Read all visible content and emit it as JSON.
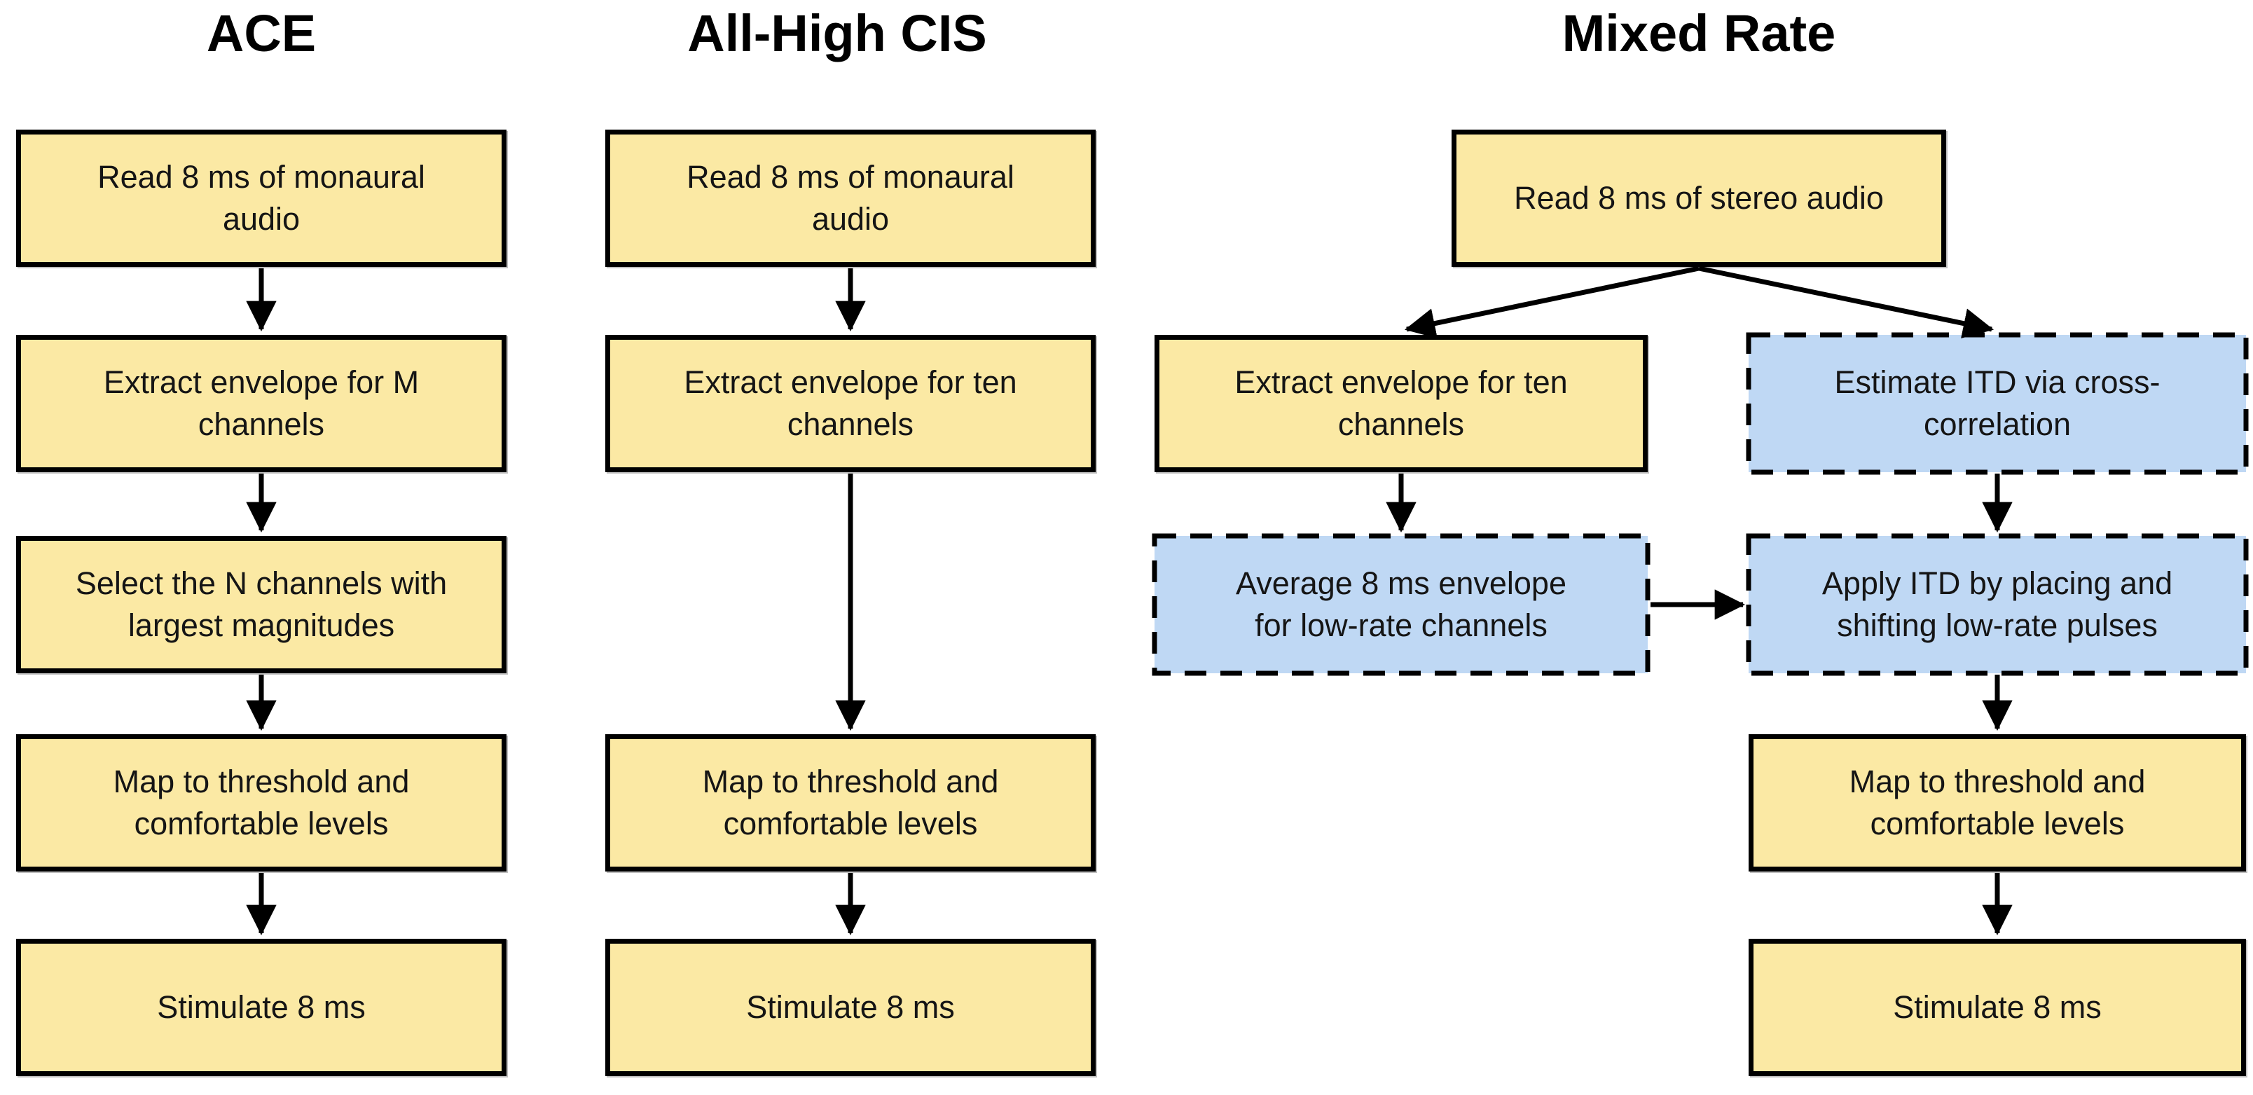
{
  "colors": {
    "background": "#FFFFFF",
    "yellow_fill": "#FBE9A4",
    "blue_fill": "#BFD8F4",
    "outline": "#000000",
    "text": "#151515"
  },
  "figure": {
    "columns": [
      {
        "title": "ACE",
        "boxes": [
          {
            "label": "Read 8 ms of monaural audio",
            "style": "solid-yellow"
          },
          {
            "label": "Extract envelope for M channels",
            "style": "solid-yellow"
          },
          {
            "label": "Select the N channels with largest magnitudes",
            "style": "solid-yellow"
          },
          {
            "label": "Map to threshold and comfortable levels",
            "style": "solid-yellow"
          },
          {
            "label": "Stimulate 8 ms",
            "style": "solid-yellow"
          }
        ]
      },
      {
        "title": "All-High CIS",
        "boxes": [
          {
            "label": "Read 8 ms of monaural audio",
            "style": "solid-yellow"
          },
          {
            "label": "Extract envelope for ten channels",
            "style": "solid-yellow"
          },
          {
            "label": "Map to threshold and comfortable levels",
            "style": "solid-yellow"
          },
          {
            "label": "Stimulate 8 ms",
            "style": "solid-yellow"
          }
        ]
      },
      {
        "title": "Mixed Rate",
        "boxes": [
          {
            "label": "Read 8 ms of stereo audio",
            "style": "solid-yellow"
          },
          {
            "label": "Extract envelope for ten channels",
            "style": "solid-yellow"
          },
          {
            "label": "Estimate ITD via cross-correlation",
            "style": "dashed-blue"
          },
          {
            "label": "Average 8 ms envelope for low-rate channels",
            "style": "dashed-blue"
          },
          {
            "label": "Apply ITD by placing and shifting low-rate pulses",
            "style": "dashed-blue"
          },
          {
            "label": "Map to threshold and comfortable levels",
            "style": "solid-yellow"
          },
          {
            "label": "Stimulate 8 ms",
            "style": "solid-yellow"
          }
        ]
      }
    ]
  }
}
